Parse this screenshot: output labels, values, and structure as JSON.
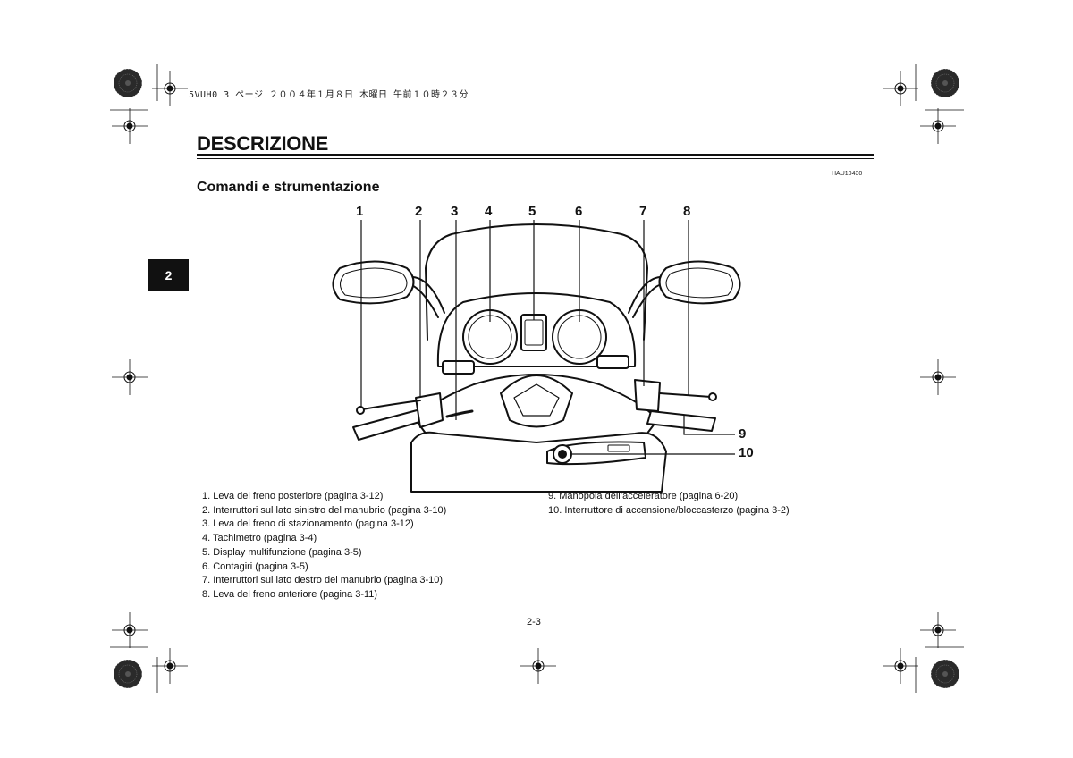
{
  "header": {
    "print_info": "5VUH0 3 ページ ２００４年１月８日 木曜日 午前１０時２３分"
  },
  "page": {
    "title": "DESCRIZIONE",
    "code": "HAU10430",
    "section_title": "Comandi e strumentazione",
    "chapter_tab": "2",
    "page_number": "2-3"
  },
  "callouts": {
    "c1": "1",
    "c2": "2",
    "c3": "3",
    "c4": "4",
    "c5": "5",
    "c6": "6",
    "c7": "7",
    "c8": "8",
    "c9": "9",
    "c10": "10"
  },
  "list_left": [
    "1. Leva del freno posteriore (pagina 3-12)",
    "2. Interruttori sul lato sinistro del manubrio (pagina 3-10)",
    "3. Leva del freno di stazionamento (pagina 3-12)",
    "4. Tachimetro (pagina 3-4)",
    "5. Display multifunzione (pagina 3-5)",
    "6. Contagiri (pagina 3-5)",
    "7. Interruttori sul lato destro del manubrio (pagina 3-10)",
    "8. Leva del freno anteriore (pagina 3-11)"
  ],
  "list_right": [
    "9. Manopola dell’acceleratore (pagina 6-20)",
    "10. Interruttore di accensione/bloccasterzo (pagina 3-2)"
  ]
}
